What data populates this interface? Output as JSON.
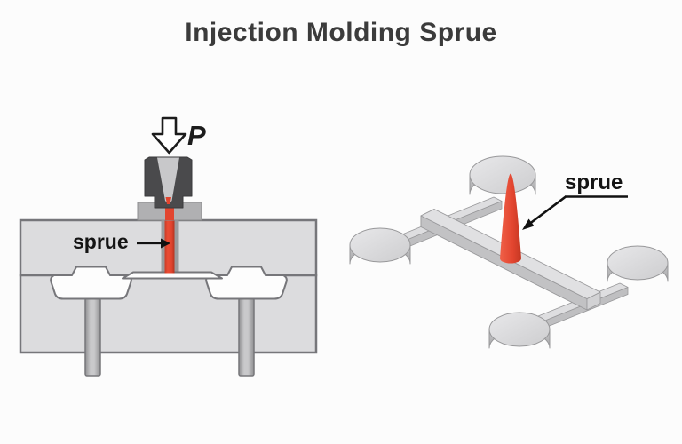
{
  "title": "Injection Molding Sprue",
  "left_diagram": {
    "name": "mold cross-section",
    "pressure_label": "P",
    "sprue_label": "sprue"
  },
  "right_diagram": {
    "name": "isometric molded part with runner system",
    "sprue_label": "sprue"
  },
  "colors": {
    "sprue_red": "#e2452f",
    "sprue_red_edge": "#bb331f",
    "mold_light_gray": "#dcdcde",
    "nozzle_dark_gray": "#4a4a4c",
    "bushing_gray": "#b0b0b2",
    "channel_wall_gray": "#9b9b9d",
    "outline_gray": "#76767a",
    "puck_outline_gray": "#98989a",
    "text_dark": "#3b3b3b",
    "background": "#fcfcfc"
  }
}
